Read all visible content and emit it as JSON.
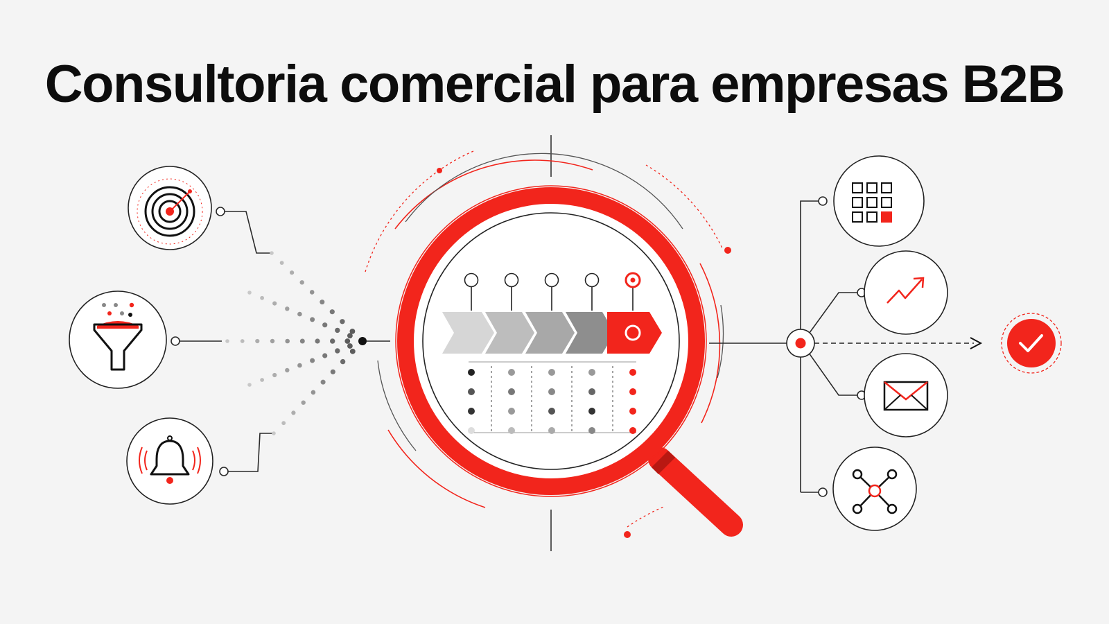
{
  "title": "Consultoria comercial para empresas B2B",
  "colors": {
    "accent": "#f2251c",
    "ink": "#1a1a1a",
    "background": "#f4f4f4",
    "muted": "#9a9a9a"
  },
  "left_nodes": [
    {
      "icon": "target-icon"
    },
    {
      "icon": "funnel-icon"
    },
    {
      "icon": "bell-alert-icon"
    }
  ],
  "center": {
    "icon": "magnifying-glass-icon",
    "pipeline_stages": 5,
    "active_stage": 5
  },
  "right_nodes": [
    {
      "icon": "grid-icon"
    },
    {
      "icon": "trend-up-icon"
    },
    {
      "icon": "envelope-icon"
    },
    {
      "icon": "network-icon"
    }
  ],
  "result": {
    "icon": "check-circle-icon"
  }
}
